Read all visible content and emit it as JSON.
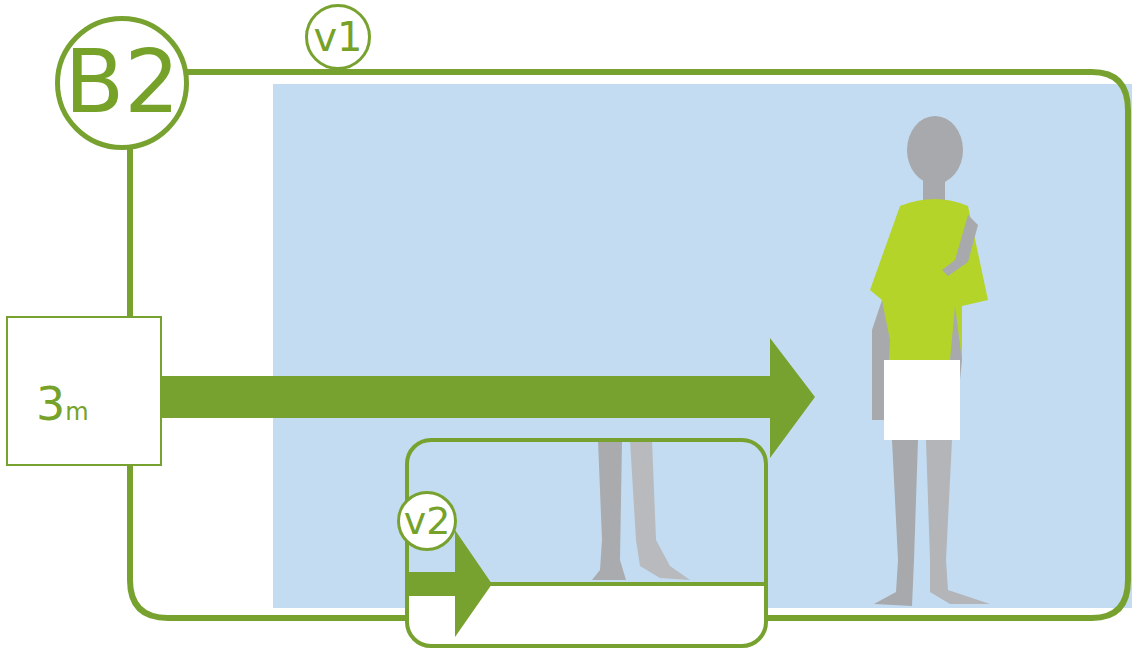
{
  "diagram": {
    "nodes": [
      {
        "text": [
          "B2"
        ]
      },
      {
        "text": [
          "v1"
        ]
      },
      {
        "text": [
          "3m"
        ]
      },
      {
        "text": [
          "v2"
        ]
      }
    ]
  }
}
